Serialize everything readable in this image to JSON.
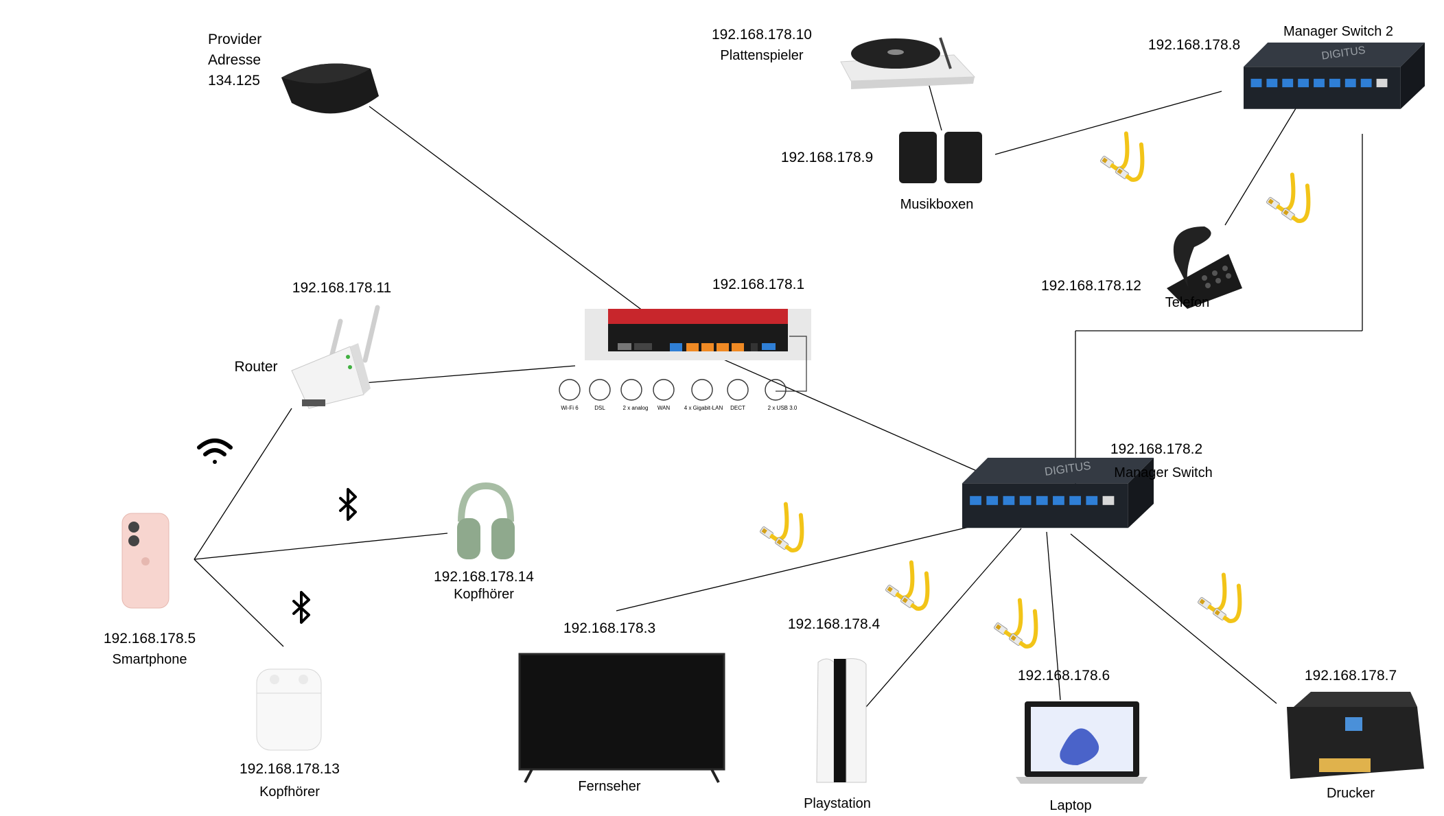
{
  "devices": {
    "provider": {
      "line1": "Provider",
      "line2": "Adresse",
      "line3": "134.125"
    },
    "fritzbox": {
      "ip": "192.168.178.1",
      "ports": [
        "Wi-Fi 6",
        "DSL",
        "2 x analog",
        "WAN",
        "4 x Gigabit-LAN",
        "DECT",
        "2 x USB 3.0"
      ]
    },
    "router": {
      "ip": "192.168.178.11",
      "name": "Router"
    },
    "switch1": {
      "ip": "192.168.178.2",
      "name": "Manager Switch",
      "brand": "DIGITUS"
    },
    "switch2": {
      "ip": "192.168.178.8",
      "name": "Manager Switch 2",
      "brand": "DIGITUS"
    },
    "turntable": {
      "ip": "192.168.178.10",
      "name": "Plattenspieler"
    },
    "speakers": {
      "ip": "192.168.178.9",
      "name": "Musikboxen"
    },
    "phone": {
      "ip": "192.168.178.12",
      "name": "Telefon"
    },
    "smartphone": {
      "ip": "192.168.178.5",
      "name": "Smartphone"
    },
    "headphones": {
      "ip": "192.168.178.14",
      "name": "Kopfhörer"
    },
    "earbuds": {
      "ip": "192.168.178.13",
      "name": "Kopfhörer"
    },
    "tv": {
      "ip": "192.168.178.3",
      "name": "Fernseher"
    },
    "playstation": {
      "ip": "192.168.178.4",
      "name": "Playstation"
    },
    "laptop": {
      "ip": "192.168.178.6",
      "name": "Laptop"
    },
    "printer": {
      "ip": "192.168.178.7",
      "name": "Drucker"
    }
  },
  "icons": [
    "wifi-icon",
    "bluetooth-icon",
    "ethernet-cable-icon"
  ],
  "colors": {
    "line": "#000000",
    "cable": "#f2c418",
    "fritz_red": "#c8262c",
    "switch_body": "#1e232a",
    "port_blue": "#2f7fd6",
    "port_orange": "#f08a24"
  }
}
